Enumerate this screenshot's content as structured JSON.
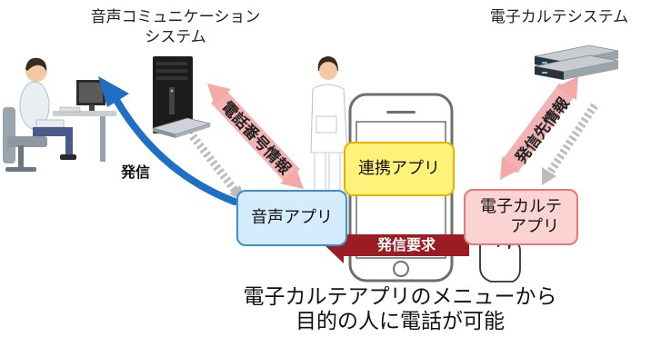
{
  "labels": {
    "voice_system_line1": "音声コミュニケーション",
    "voice_system_line2": "システム",
    "emr_system": "電子カルテシステム",
    "hasshin": "発信",
    "phone_info": "電話番号情報",
    "dest_info": "発信先情報",
    "request": "発信要求"
  },
  "boxes": {
    "renkei_app": "連携アプリ",
    "voice_app": "音声アプリ",
    "emr_app_line1": "電子カルテ",
    "emr_app_line2": "アプリ"
  },
  "caption": {
    "line1": "電子カルテアプリのメニューから",
    "line2": "目的の人に電話が可能"
  },
  "colors": {
    "blue_arrow": "#1f6fc5",
    "pink_arrow": "#f4a8a8",
    "gray_dash": "#b8b8b8",
    "request_arrow": "#9b1c22",
    "yellow_box": "#fff27a",
    "yellow_border": "#e4b400",
    "blue_box": "#d4ecfb",
    "blue_border": "#3c8ed6",
    "pink_box": "#fbd3d3",
    "pink_border": "#e07a7a"
  },
  "icons": [
    "doctor-icon",
    "server-tower-icon",
    "nurse-icon",
    "smartphone-icon",
    "rack-server-icon",
    "pointing-hand-icon"
  ]
}
